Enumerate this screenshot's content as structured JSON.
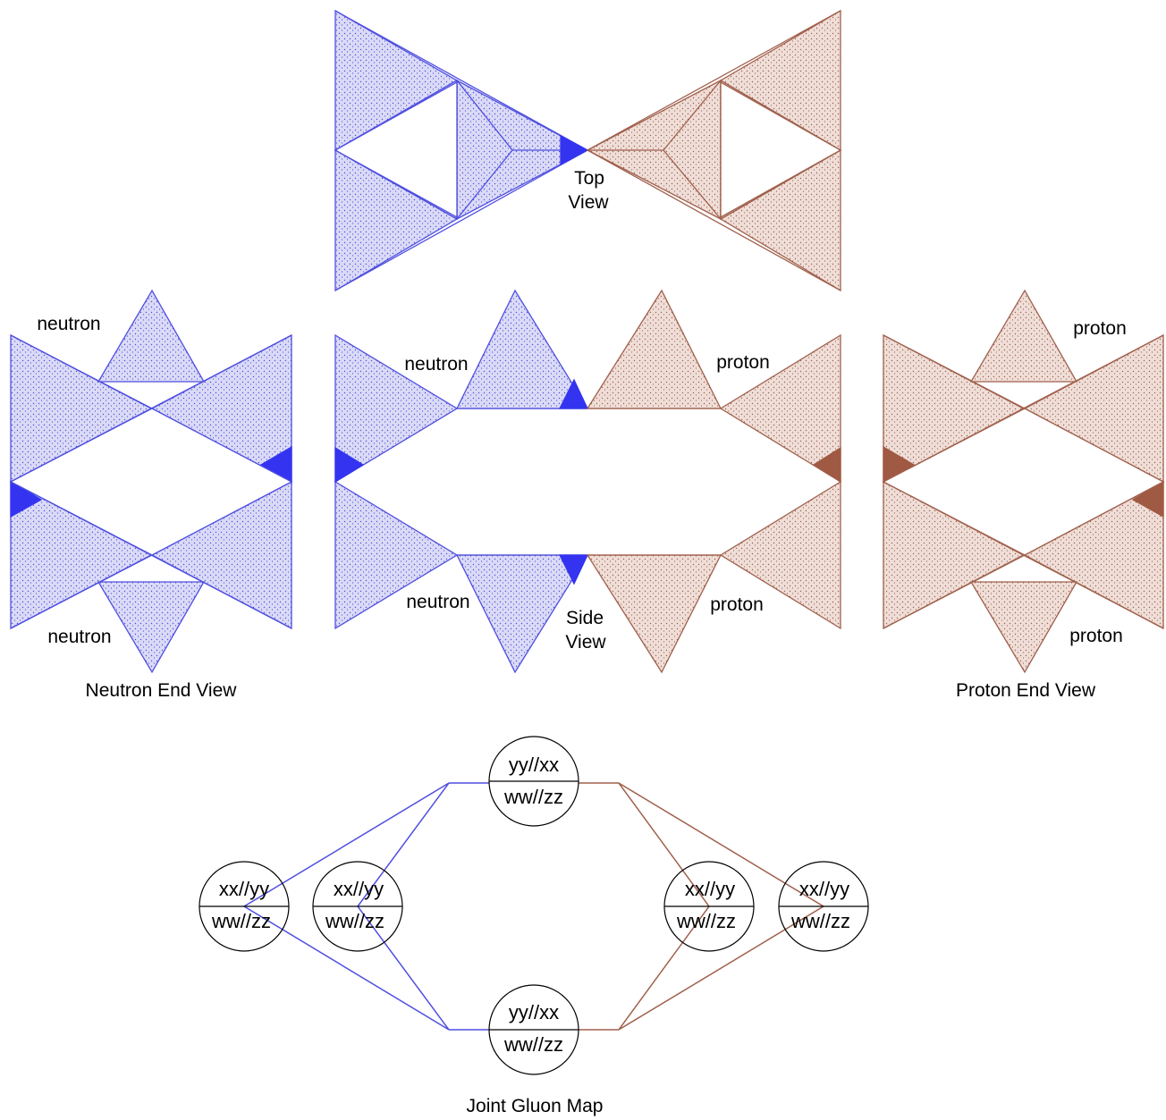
{
  "colors": {
    "neutron": "#4f4fe0",
    "neutron_fill": "#dadaf6",
    "neutron_marker": "#3434f0",
    "proton": "#a0604c",
    "proton_fill": "#efded8",
    "proton_marker": "#a05a43",
    "line": "#000000"
  },
  "top_view": {
    "label_line1": "Top",
    "label_line2": "View"
  },
  "side_view": {
    "neutron_top": "neutron",
    "neutron_bottom": "neutron",
    "proton_top": "proton",
    "proton_bottom": "proton",
    "label_line1": "Side",
    "label_line2": "View"
  },
  "neutron_end_view": {
    "label_top": "neutron",
    "label_bottom": "neutron",
    "caption": "Neutron End View"
  },
  "proton_end_view": {
    "label_top": "proton",
    "label_bottom": "proton",
    "caption": "Proton End View"
  },
  "gluon_map": {
    "caption": "Joint Gluon Map",
    "top_node": {
      "upper": "yy//xx",
      "lower": "ww//zz"
    },
    "bottom_node": {
      "upper": "yy//xx",
      "lower": "ww//zz"
    },
    "left_outer_node": {
      "upper": "xx//yy",
      "lower": "ww//zz"
    },
    "left_inner_node": {
      "upper": "xx//yy",
      "lower": "ww//zz"
    },
    "right_inner_node": {
      "upper": "xx//yy",
      "lower": "ww//zz"
    },
    "right_outer_node": {
      "upper": "xx//yy",
      "lower": "ww//zz"
    }
  }
}
